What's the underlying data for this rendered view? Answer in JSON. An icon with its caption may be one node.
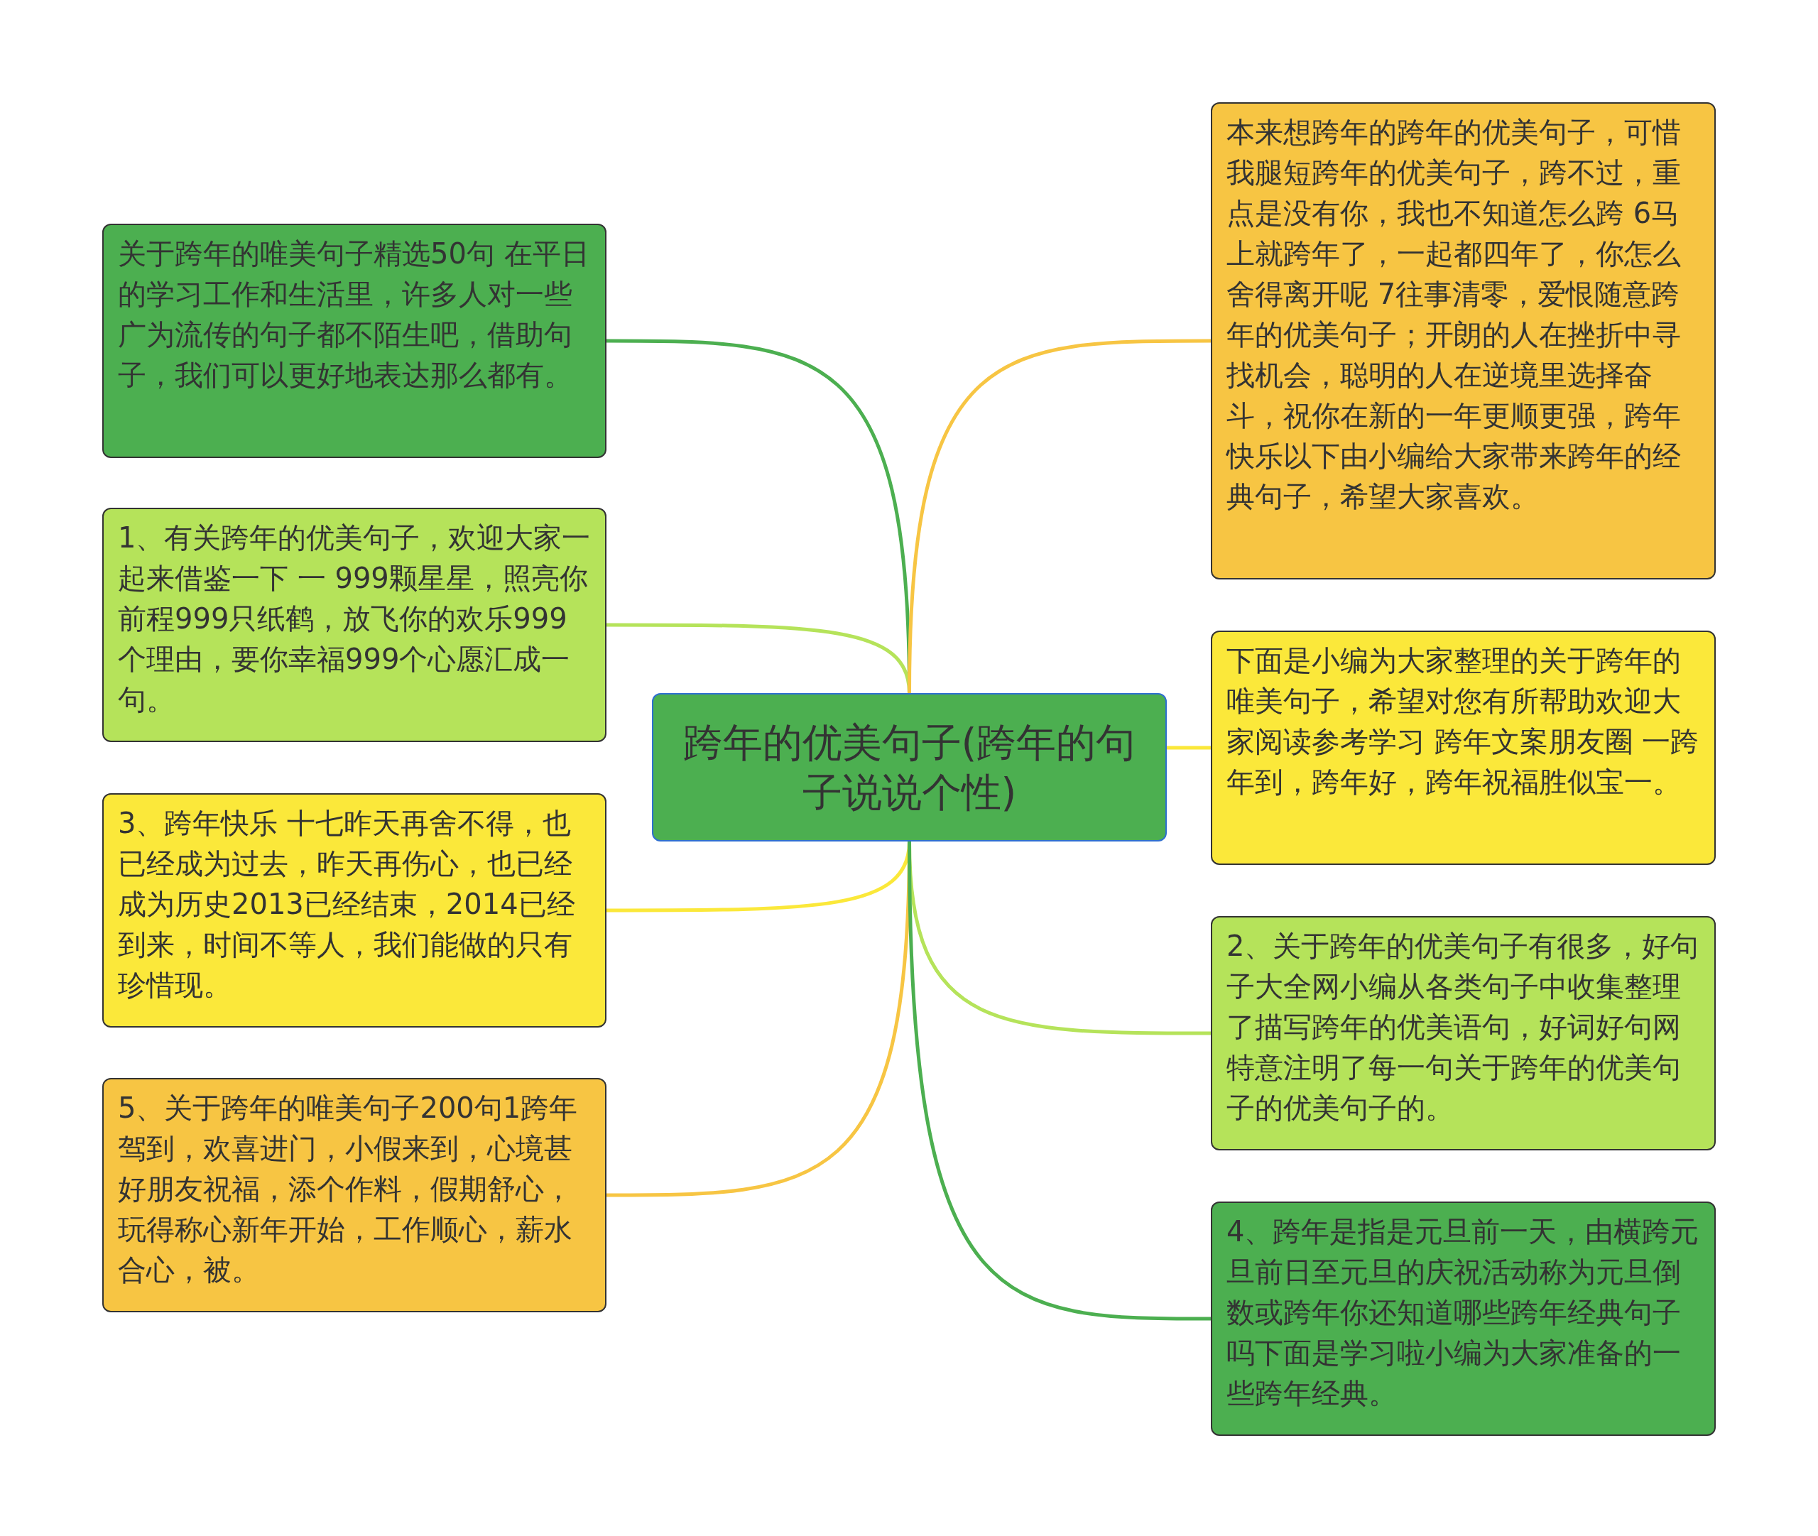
{
  "diagram": {
    "nodes": [
      {
        "text": [
          "跨年的优美句子(跨年的句子说说个性)"
        ]
      },
      {
        "text": [
          "关于跨年的唯美句子精选50句 在平日的学习工作和生活里，许多人对一些广为流传的句子都不陌生吧，借助句子，我们可以更好地表达那么都有。"
        ]
      },
      {
        "text": [
          "1、有关跨年的优美句子，欢迎大家一起来借鉴一下 一 999颗星星，照亮你前程999只纸鹤，放飞你的欢乐999个理由，要你幸福999个心愿汇成一句。"
        ]
      },
      {
        "text": [
          "3、跨年快乐 十七昨天再舍不得，也已经成为过去，昨天再伤心，也已经成为历史2013已经结束，2014已经到来，时间不等人，我们能做的只有珍惜现。"
        ]
      },
      {
        "text": [
          "5、关于跨年的唯美句子200句1跨年驾到，欢喜进门，小假来到，心境甚好朋友祝福，添个作料，假期舒心，玩得称心新年开始，工作顺心，薪水合心，被。"
        ]
      },
      {
        "text": [
          "本来想跨年的跨年的优美句子，可惜我腿短跨年的优美句子，跨不过，重点是没有你，我也不知道怎么跨 6马上就跨年了，一起都四年了，你怎么舍得离开呢 7往事清零，爱恨随意跨年的优美句子；开朗的人在挫折中寻找机会，聪明的人在逆境里选择奋斗，祝你在新的一年更顺更强，跨年快乐以下由小编给大家带来跨年的经典句子，希望大家喜欢。"
        ]
      },
      {
        "text": [
          "下面是小编为大家整理的关于跨年的唯美句子，希望对您有所帮助欢迎大家阅读参考学习 跨年文案朋友圈 一跨年到，跨年好，跨年祝福胜似宝一。"
        ]
      },
      {
        "text": [
          "2、关于跨年的优美句子有很多，好句子大全网小编从各类句子中收集整理了描写跨年的优美语句，好词好句网特意注明了每一句关于跨年的优美句子的优美句子的。"
        ]
      },
      {
        "text": [
          "4、跨年是指是元旦前一天，由横跨元旦前日至元旦的庆祝活动称为元旦倒数或跨年你还知道哪些跨年经典句子吗下面是学习啦小编为大家准备的一些跨年经典。"
        ]
      }
    ],
    "edges": [
      {
        "from": 0,
        "to": 1,
        "arrow": "none",
        "color": "#4caf50"
      },
      {
        "from": 0,
        "to": 2,
        "arrow": "none",
        "color": "#b5e35a"
      },
      {
        "from": 0,
        "to": 3,
        "arrow": "none",
        "color": "#fbe83a"
      },
      {
        "from": 0,
        "to": 4,
        "arrow": "none",
        "color": "#f7c543"
      },
      {
        "from": 0,
        "to": 5,
        "arrow": "none",
        "color": "#f7c543"
      },
      {
        "from": 0,
        "to": 6,
        "arrow": "none",
        "color": "#fbe83a"
      },
      {
        "from": 0,
        "to": 7,
        "arrow": "none",
        "color": "#b5e35a"
      },
      {
        "from": 0,
        "to": 8,
        "arrow": "none",
        "color": "#4caf50"
      }
    ]
  }
}
